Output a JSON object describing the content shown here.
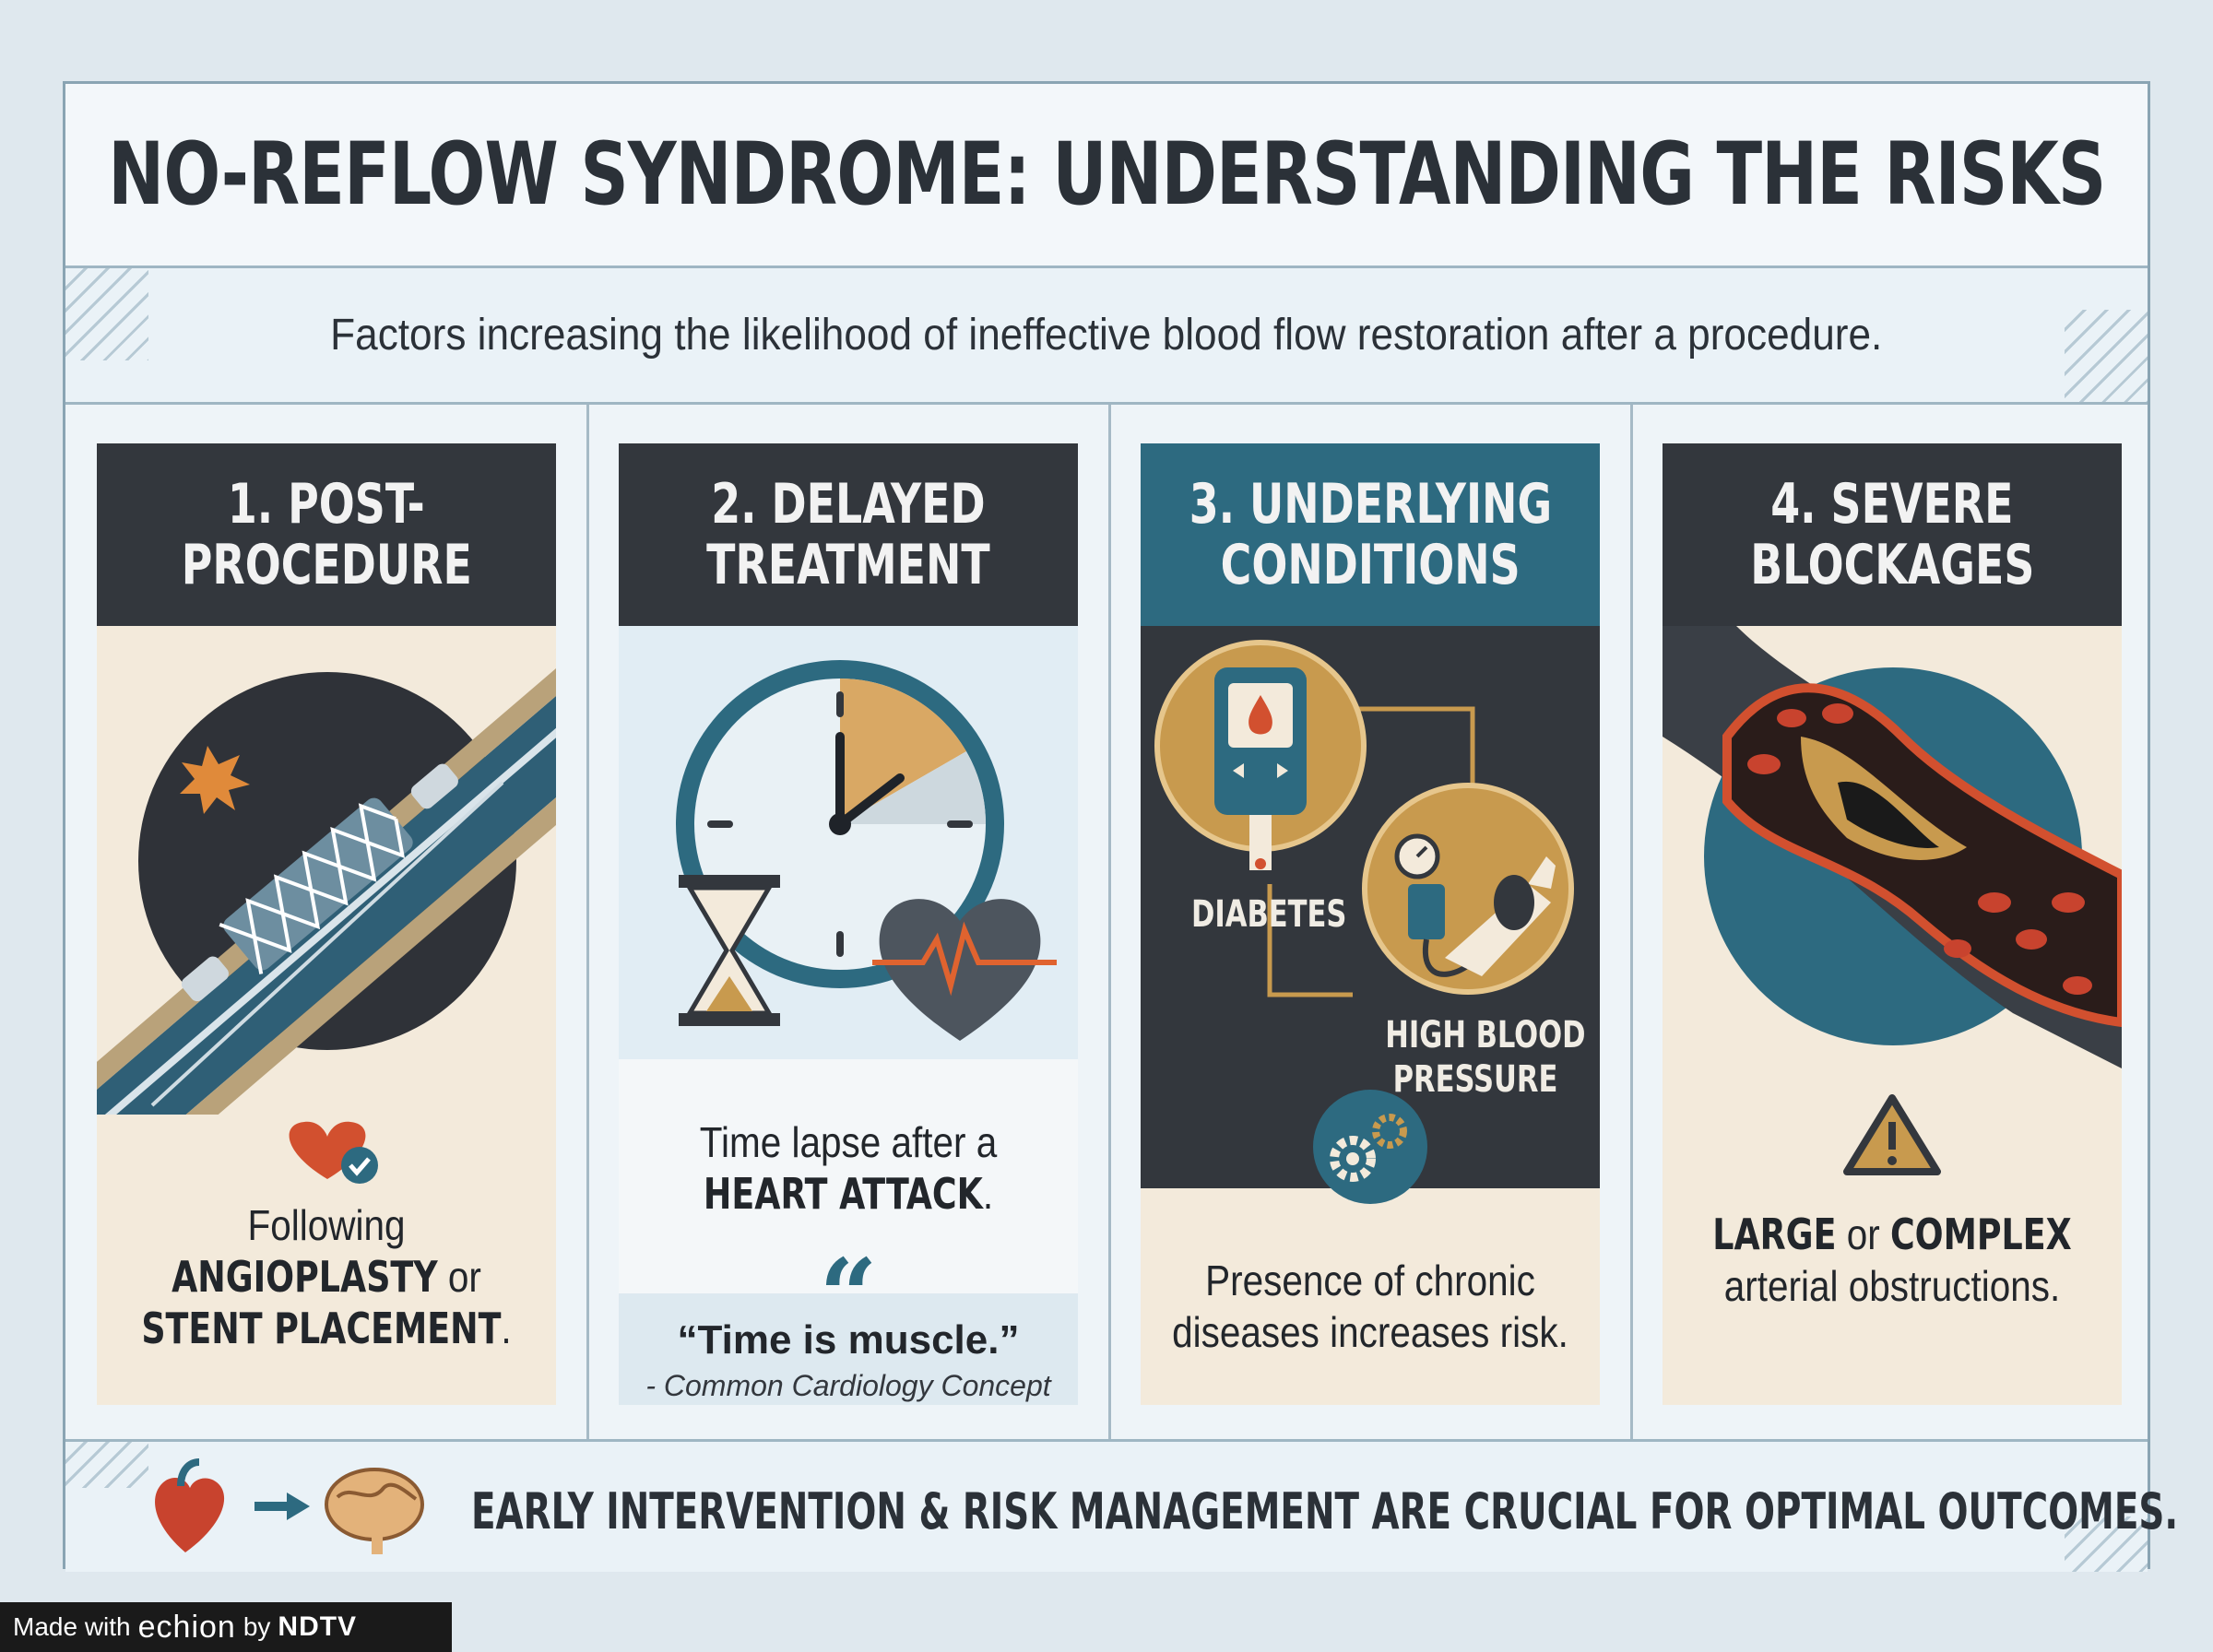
{
  "header": {
    "title": "NO-REFLOW SYNDROME: UNDERSTANDING THE RISKS",
    "subtitle": "Factors increasing the likelihood of ineffective blood flow restoration after a procedure."
  },
  "panels": [
    {
      "title_line1": "1. POST-",
      "title_line2": "PROCEDURE",
      "caption": {
        "line1": "Following",
        "line2_bold": "ANGIOPLASTY",
        "line2_rest": " or",
        "line3_bold": "STENT PLACEMENT",
        "line3_rest": "."
      }
    },
    {
      "title_line1": "2. DELAYED",
      "title_line2": "TREATMENT",
      "caption": {
        "line1": "Time lapse after a",
        "line2_bold": "HEART ATTACK",
        "line2_rest": "."
      },
      "quote": {
        "mark": "“",
        "text": "“Time is muscle.”",
        "source": "- Common Cardiology Concept"
      }
    },
    {
      "title_line1": "3. UNDERLYING",
      "title_line2": "CONDITIONS",
      "labels": {
        "diabetes": "DIABETES",
        "hbp_line1": "HIGH BLOOD",
        "hbp_line2": "PRESSURE"
      },
      "caption": {
        "line1": "Presence of chronic",
        "line2": "diseases increases risk."
      }
    },
    {
      "title_line1": "4. SEVERE",
      "title_line2": "BLOCKAGES",
      "caption": {
        "line1_bold_a": "LARGE",
        "line1_mid": " or ",
        "line1_bold_b": "COMPLEX",
        "line2": "arterial obstructions."
      }
    }
  ],
  "footer": {
    "text": "EARLY INTERVENTION & RISK MANAGEMENT ARE CRUCIAL FOR OPTIMAL OUTCOMES."
  },
  "watermark": {
    "made_with": "Made with",
    "brand": "echion",
    "by": "by",
    "publisher": "NDTV"
  },
  "colors": {
    "dark": "#33373d",
    "teal": "#2d6a80",
    "cream": "#f3eadb",
    "light_blue": "#e1edf4",
    "gold": "#c89a4e",
    "red": "#c8432e"
  }
}
